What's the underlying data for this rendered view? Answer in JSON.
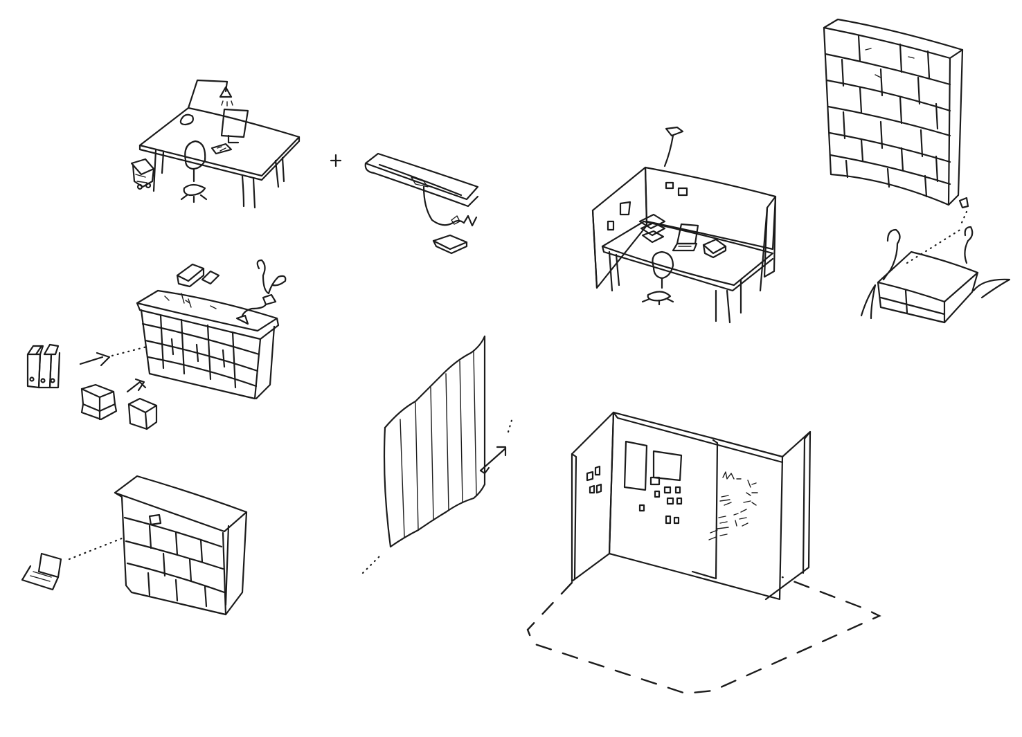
{
  "sketch": {
    "ink_color": "#1b1b1b",
    "paper_color": "#ffffff",
    "elements": [
      {
        "id": "desk-with-lamp",
        "icon": "desk-lamp-chair-icon"
      },
      {
        "id": "cable-tray",
        "icon": "cable-tray-icon"
      },
      {
        "id": "plus-sign",
        "icon": "plus-icon"
      },
      {
        "id": "low-shelf-with-accessories",
        "icon": "low-shelf-icon"
      },
      {
        "id": "binders",
        "icon": "binder-icon"
      },
      {
        "id": "boxes",
        "icon": "box-icon"
      },
      {
        "id": "tall-shelving-wall",
        "icon": "tall-shelf-icon"
      },
      {
        "id": "storage-ottoman",
        "icon": "ottoman-icon"
      },
      {
        "id": "workstation-booth",
        "icon": "booth-desk-icon"
      },
      {
        "id": "curtain-divider",
        "icon": "curtain-icon"
      },
      {
        "id": "pinboard-partition",
        "icon": "partition-icon"
      },
      {
        "id": "small-bookcase",
        "icon": "bookcase-icon"
      },
      {
        "id": "laptop",
        "icon": "laptop-icon"
      }
    ]
  }
}
